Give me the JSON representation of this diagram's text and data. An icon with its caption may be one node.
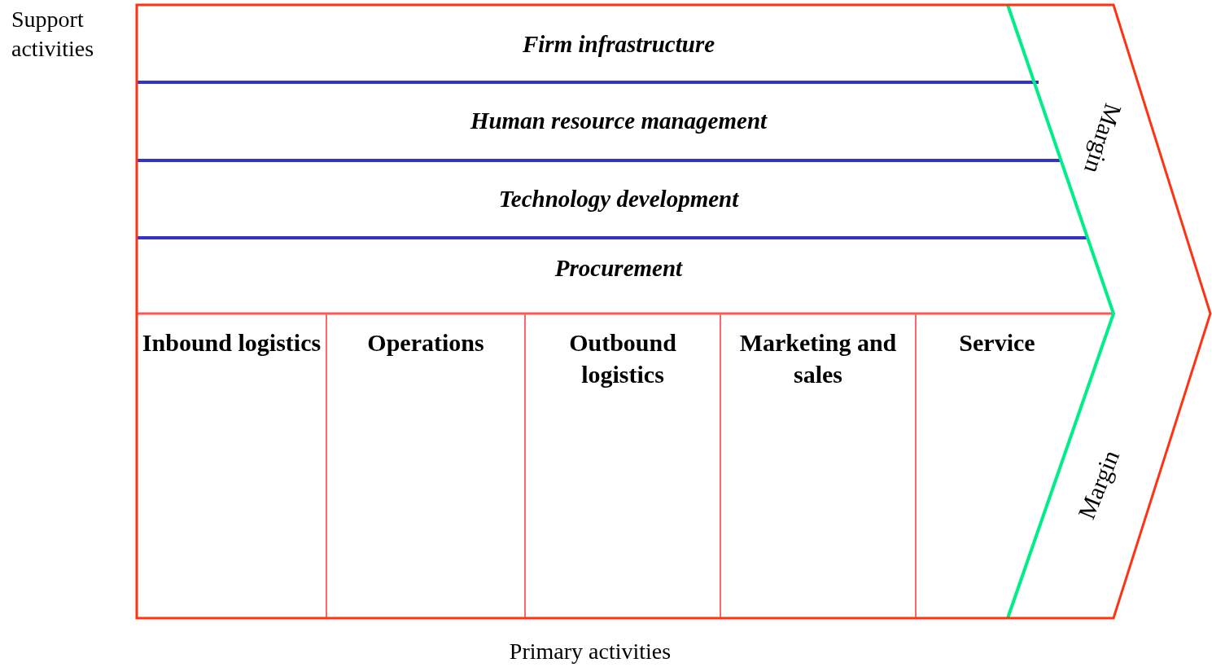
{
  "diagram": {
    "nodes": [
      {
        "text": [
          "Firm infrastructure"
        ]
      },
      {
        "text": [
          "Human resource management"
        ]
      },
      {
        "text": [
          "Technology development"
        ]
      },
      {
        "text": [
          "Procurement"
        ]
      },
      {
        "text": [
          "Margin"
        ]
      },
      {
        "text": [
          "Inbound logistics"
        ]
      },
      {
        "text": [
          "Operations"
        ]
      },
      {
        "text": [
          "Outbound logistics"
        ]
      },
      {
        "text": [
          "Marketing and sales"
        ]
      },
      {
        "text": [
          "Service"
        ]
      },
      {
        "text": [
          "Margin"
        ]
      }
    ],
    "labels": [
      "Support activities",
      "Primary activities"
    ]
  }
}
